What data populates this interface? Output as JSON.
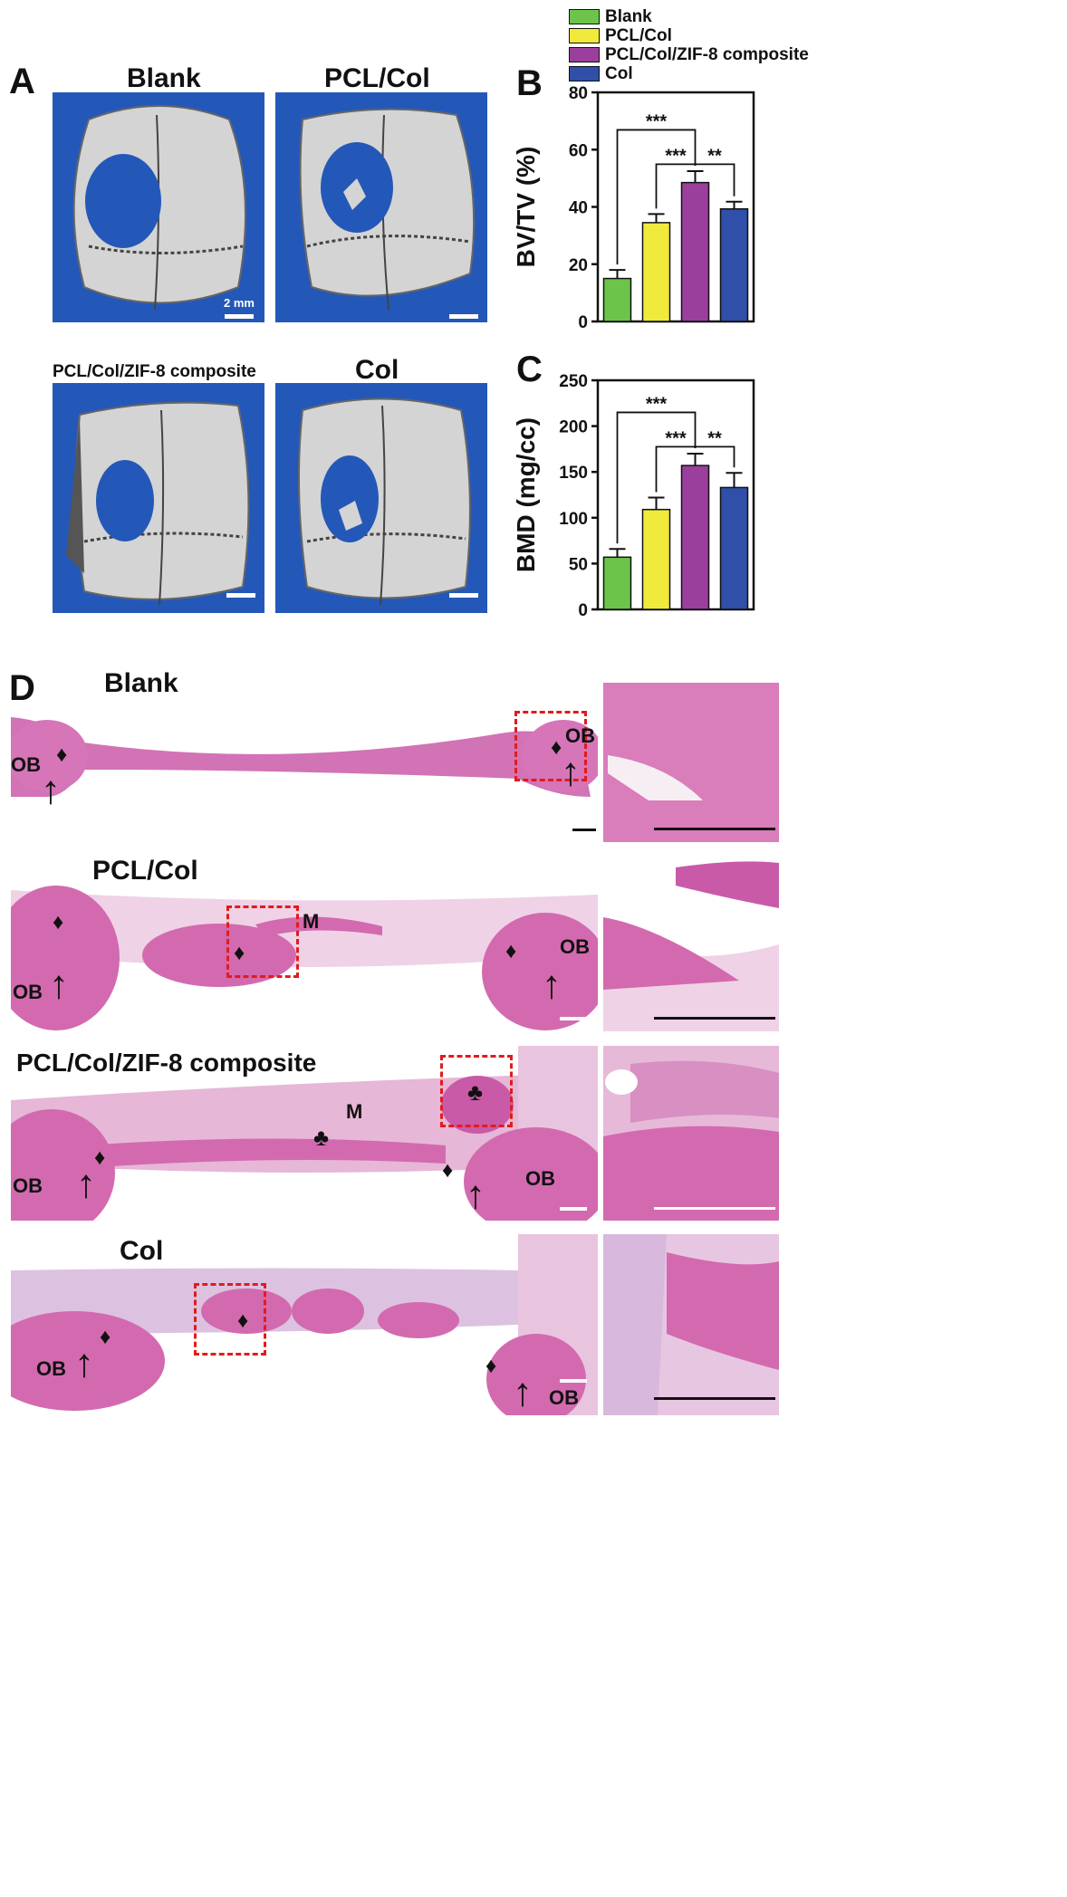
{
  "panel_letters": {
    "a": "A",
    "b": "B",
    "c": "C",
    "d": "D"
  },
  "legend": [
    {
      "label": "Blank",
      "color": "#6cc44a"
    },
    {
      "label": "PCL/Col",
      "color": "#f0ea3c"
    },
    {
      "label": "PCL/Col/ZIF-8 composite",
      "color": "#9b3f9c"
    },
    {
      "label": "Col",
      "color": "#2f4fa8"
    }
  ],
  "panel_a": {
    "titles": [
      "Blank",
      "PCL/Col",
      "PCL/Col/ZIF-8 composite",
      "Col"
    ],
    "scale_label": "2 mm"
  },
  "chart_data": [
    {
      "type": "bar",
      "panel": "B",
      "categories": [
        "Blank",
        "PCL/Col",
        "PCL/Col/ZIF-8 composite",
        "Col"
      ],
      "values": [
        15,
        34.5,
        48.5,
        39.3
      ],
      "errors": [
        3,
        3,
        4,
        2.5
      ],
      "colors": [
        "#6cc44a",
        "#f0ea3c",
        "#9b3f9c",
        "#2f4fa8"
      ],
      "ylabel": "BV/TV (%)",
      "ylim": [
        0,
        80
      ],
      "yticks": [
        0,
        20,
        40,
        60,
        80
      ],
      "significance": [
        {
          "from": 0,
          "to": 2,
          "label": "***",
          "level": "top"
        },
        {
          "from": 1,
          "to": 2,
          "label": "***",
          "level": "mid"
        },
        {
          "from": 2,
          "to": 3,
          "label": "**",
          "level": "mid"
        }
      ]
    },
    {
      "type": "bar",
      "panel": "C",
      "categories": [
        "Blank",
        "PCL/Col",
        "PCL/Col/ZIF-8 composite",
        "Col"
      ],
      "values": [
        57,
        109,
        157,
        133
      ],
      "errors": [
        9,
        13,
        13,
        16
      ],
      "colors": [
        "#6cc44a",
        "#f0ea3c",
        "#9b3f9c",
        "#2f4fa8"
      ],
      "ylabel": "BMD (mg/cc)",
      "ylim": [
        0,
        250
      ],
      "yticks": [
        0,
        50,
        100,
        150,
        200,
        250
      ],
      "significance": [
        {
          "from": 0,
          "to": 2,
          "label": "***",
          "level": "top"
        },
        {
          "from": 1,
          "to": 2,
          "label": "***",
          "level": "mid"
        },
        {
          "from": 2,
          "to": 3,
          "label": "**",
          "level": "mid"
        }
      ]
    }
  ],
  "panel_d": {
    "rows": [
      {
        "title": "Blank",
        "markers": {
          "ob": "OB",
          "diamond": "♦",
          "arrow": "↑"
        }
      },
      {
        "title": "PCL/Col",
        "markers": {
          "ob": "OB",
          "diamond": "♦",
          "arrow": "↑",
          "m": "M"
        }
      },
      {
        "title": "PCL/Col/ZIF-8 composite",
        "markers": {
          "ob": "OB",
          "diamond": "♦",
          "arrow": "↑",
          "m": "M",
          "club": "♣"
        }
      },
      {
        "title": "Col",
        "markers": {
          "ob": "OB",
          "diamond": "♦",
          "arrow": "↑"
        }
      }
    ]
  }
}
